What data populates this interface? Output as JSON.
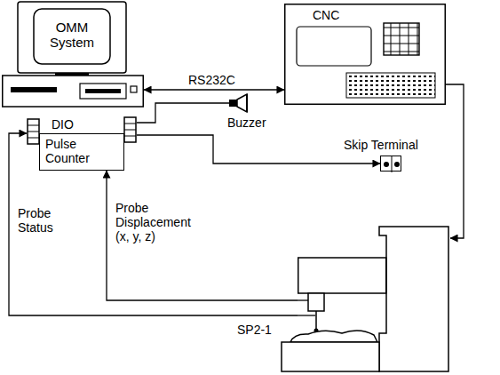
{
  "diagram": {
    "nodes": [
      {
        "text": [
          "OMM System"
        ]
      },
      {
        "text": [
          "CNC"
        ]
      },
      {
        "text": [
          "DIO"
        ]
      },
      {
        "text": [
          "Pulse Counter"
        ],
        "in": 2
      },
      {
        "text": [
          "Buzzer"
        ]
      },
      {
        "text": [
          "Skip Terminal"
        ]
      },
      {
        "text": [
          "SP2-1"
        ]
      }
    ],
    "edges": [
      {
        "from": 0,
        "to": 1,
        "label": "RS232C",
        "arrow": "both"
      },
      {
        "from": 2,
        "to": 4,
        "arrow": "none"
      },
      {
        "from": 2,
        "to": 5,
        "arrow": "to"
      },
      {
        "from": 1,
        "to": 6,
        "arrow": "to"
      },
      {
        "from": 6,
        "to": 2,
        "label": "Probe Status",
        "arrow": "to"
      },
      {
        "from": 6,
        "to": 3,
        "label": "Probe Displacement (x, y, z)",
        "arrow": "to"
      }
    ]
  }
}
